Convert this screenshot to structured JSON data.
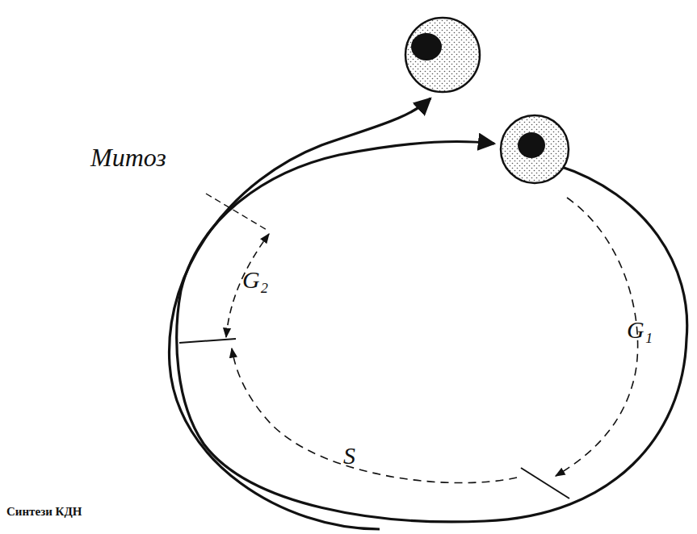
{
  "diagram": {
    "labels": [
      "Митоз",
      "G₂",
      "G₁",
      "S",
      "Синтези КДН"
    ]
  }
}
